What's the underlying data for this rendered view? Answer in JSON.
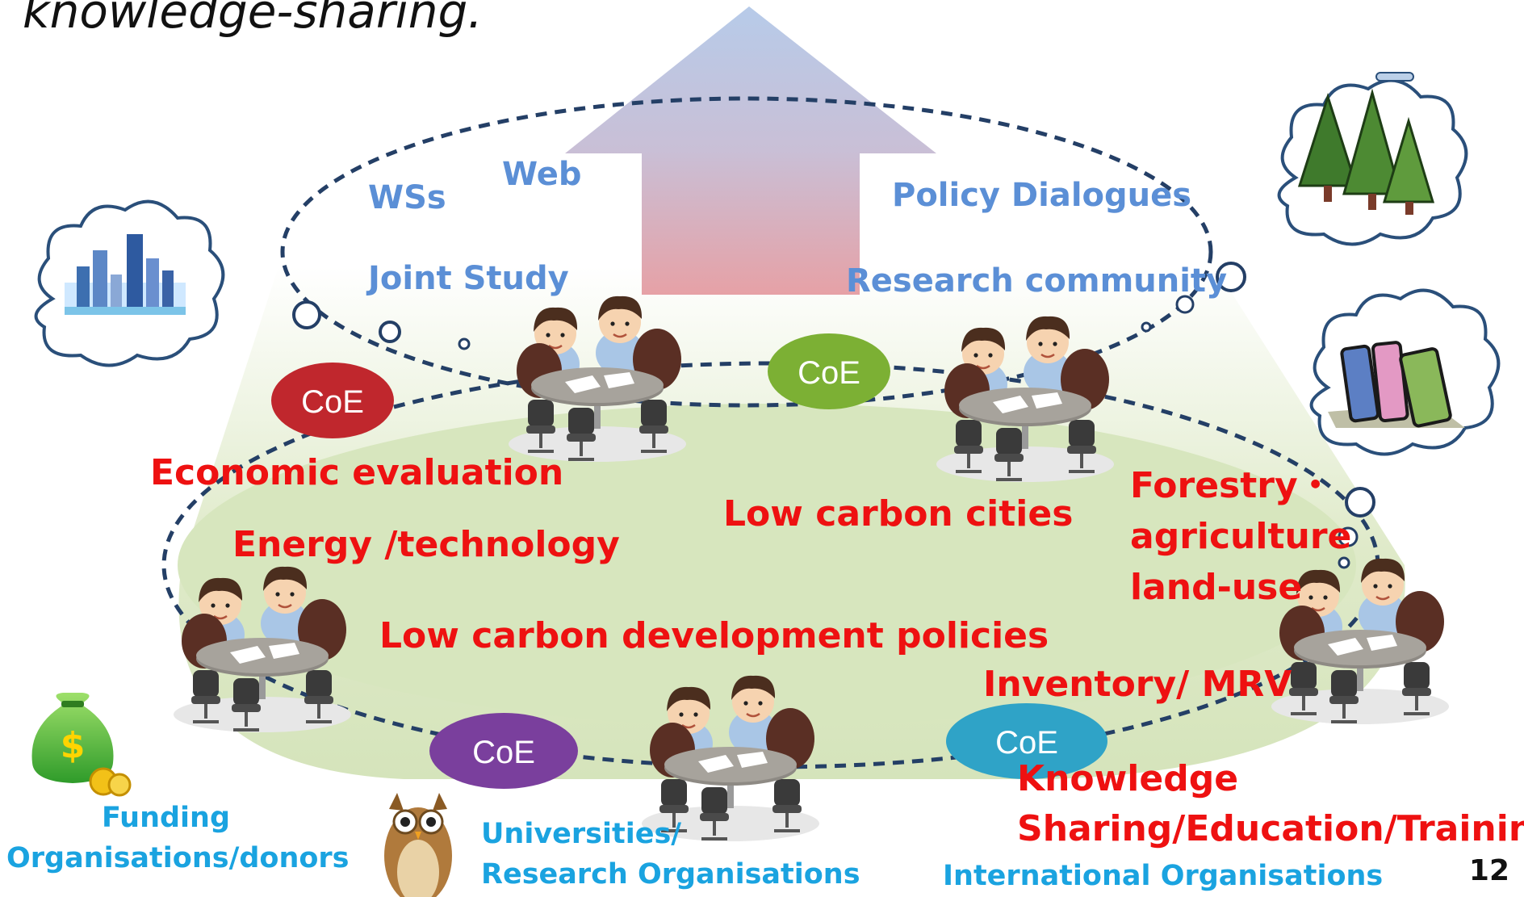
{
  "title": "knowledge-sharing.",
  "top_channels": {
    "wss": "WSs",
    "web": "Web",
    "policy_dialogues": "Policy Dialogues",
    "joint_study": "Joint Study",
    "research_community": "Research community"
  },
  "coe_label": "CoE",
  "themes": {
    "economic_evaluation": "Economic evaluation",
    "low_carbon_cities": "Low carbon cities",
    "energy_technology": "Energy /technology",
    "forestry": [
      "Forestry・",
      "agriculture",
      "land-use"
    ],
    "low_carbon_policies": "Low carbon development policies",
    "inventory_mrv": "Inventory/ MRV",
    "knowledge_sharing": [
      "Knowledge",
      "Sharing/Education/Training"
    ]
  },
  "actors": {
    "funding": [
      "Funding",
      "Organisations/donors"
    ],
    "universities": [
      "Universities/",
      "Research Organisations"
    ],
    "international": "International Organisations"
  },
  "page_number": "12",
  "colors": {
    "channel_text": "#5b8fd6",
    "theme_text": "#ee1111",
    "actor_text": "#1aa3e0",
    "coe_red": "#c0272d",
    "coe_green": "#7cb034",
    "coe_purple": "#7a3f9d",
    "coe_teal": "#2fa3c7",
    "platform": "#d9e7c1"
  },
  "icons": [
    "city-icon",
    "forest-icon",
    "books-icon",
    "money-bag-icon",
    "owl-icon",
    "meeting-table-icon"
  ]
}
